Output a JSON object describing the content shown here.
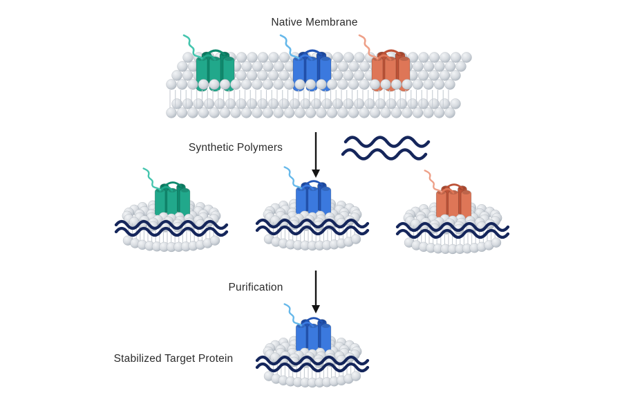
{
  "labels": {
    "native_membrane": "Native Membrane",
    "synthetic_polymers": "Synthetic Polymers",
    "purification": "Purification",
    "stabilized_target_protein": "Stabilized Target Protein"
  },
  "colors": {
    "background": "#ffffff",
    "text": "#2b2b2b",
    "arrow": "#141414",
    "polymer_navy": "#15265b",
    "lipid_head_light": "#f2f4f6",
    "lipid_head_mid": "#d7dbe0",
    "lipid_head_dark": "#aab3bd",
    "lipid_tail": "#c5cbd2"
  },
  "palettes": {
    "green": {
      "main": "#21a88b",
      "dark": "#0f8a6e",
      "loop": "#45c5ae"
    },
    "blue": {
      "main": "#3b79de",
      "dark": "#2254b4",
      "loop": "#66b8ea"
    },
    "orange": {
      "main": "#de7657",
      "dark": "#bd5338",
      "loop": "#eea088"
    }
  }
}
